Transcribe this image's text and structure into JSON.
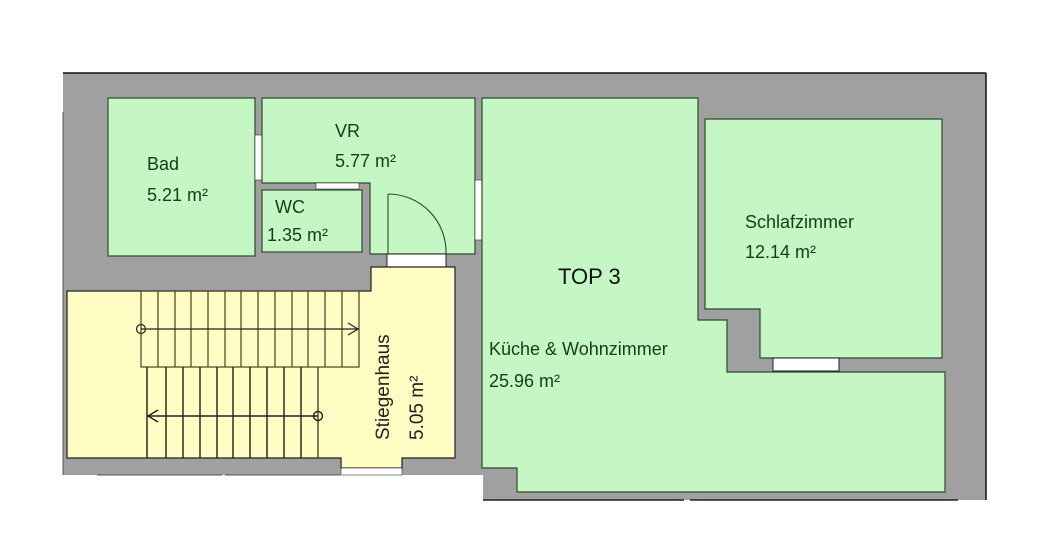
{
  "plan": {
    "title": "TOP 3",
    "colors": {
      "wall": "#a0a0a0",
      "room": "#c4f7c4",
      "stair": "#fffcc4",
      "outline": "#2d4a2d",
      "opening": "#ffffff"
    },
    "rooms": [
      {
        "name": "Bad",
        "area": "5.21 m²"
      },
      {
        "name": "VR",
        "area": "5.77 m²"
      },
      {
        "name": "WC",
        "area": "1.35 m²"
      },
      {
        "name": "Schlafzimmer",
        "area": "12.14 m²"
      },
      {
        "name": "Küche & Wohnzimmer",
        "area": "25.96 m²"
      },
      {
        "name": "Stiegenhaus",
        "area": "5.05 m²"
      }
    ]
  }
}
